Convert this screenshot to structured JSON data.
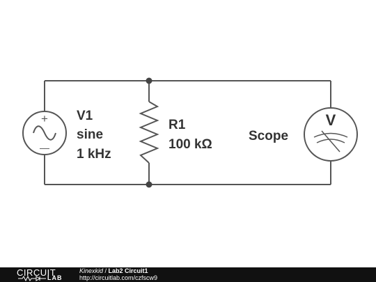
{
  "source": {
    "label_lines": [
      "V1",
      "sine",
      "1 kHz"
    ],
    "plus": "+",
    "minus": "—"
  },
  "resistor": {
    "label_lines": [
      "R1",
      "100 kΩ"
    ]
  },
  "scope": {
    "label": "Scope",
    "meter_symbol": "V"
  },
  "colors": {
    "wire": "#555555",
    "text": "#333333",
    "footer_bg": "#111111"
  },
  "footer": {
    "logo_top": "CIRCUIT",
    "logo_bottom": "LAB",
    "author": "Kinexkid",
    "separator": " / ",
    "title": "Lab2 Circuit1",
    "url": "http://circuitlab.com/czfscw9"
  }
}
